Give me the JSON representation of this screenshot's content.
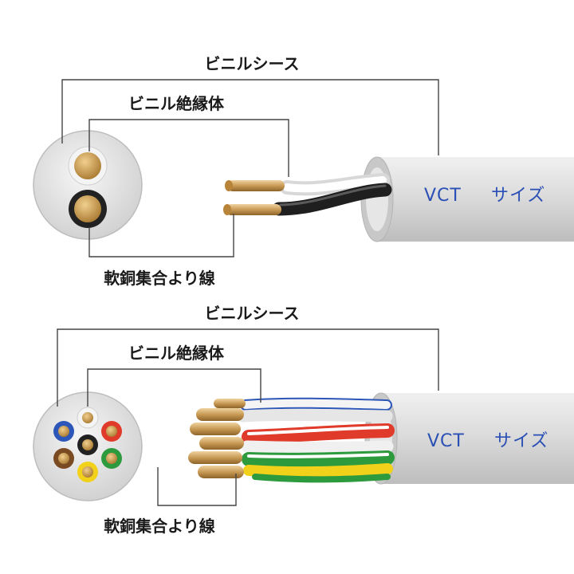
{
  "diagrams": [
    {
      "sheath_label": "ビニルシース",
      "insulation_label": "ビニル絶縁体",
      "conductor_label": "軟銅集合より線",
      "cable_print_left": "VCT",
      "cable_print_right": "サイズ",
      "core_colors": [
        "white",
        "black"
      ]
    },
    {
      "sheath_label": "ビニルシース",
      "insulation_label": "ビニル絶縁体",
      "conductor_label": "軟銅集合より線",
      "cable_print_left": "VCT",
      "cable_print_right": "サイズ",
      "core_colors": [
        "white",
        "red",
        "green",
        "yellow",
        "brown",
        "blue",
        "black"
      ]
    }
  ],
  "colors": {
    "sheath": "#d9d9d9",
    "copper": "#c89a55",
    "text_blue": "#2a4fb5",
    "core_white": "#f4f4f4",
    "core_black": "#222222",
    "core_red": "#e03a2a",
    "core_green": "#2e9a3e",
    "core_yellow": "#f1d11a",
    "core_brown": "#7a4a22",
    "core_blue": "#2c56b8"
  }
}
